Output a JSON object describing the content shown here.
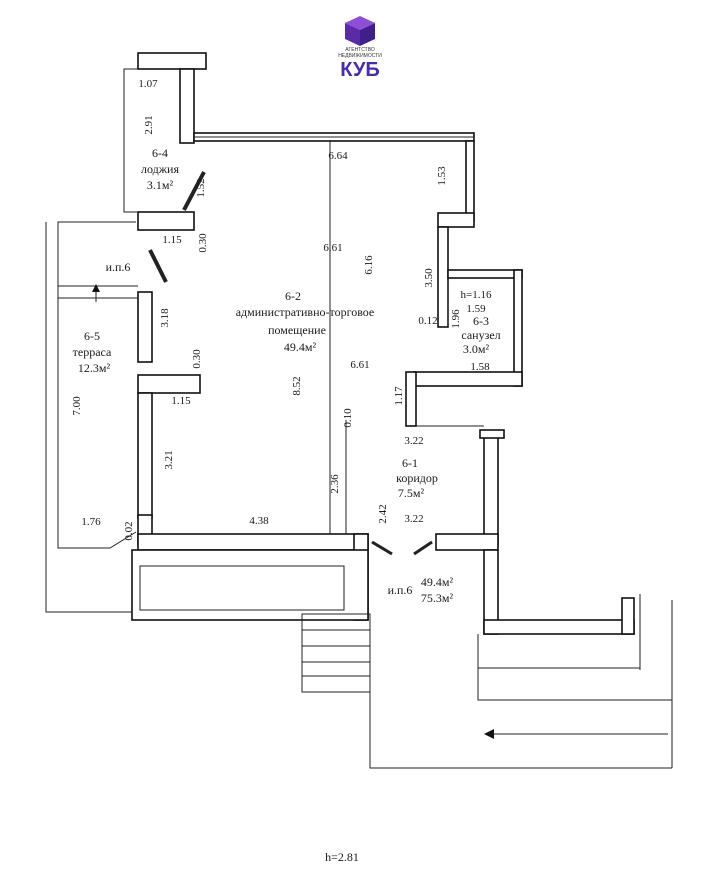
{
  "logo": {
    "tagline_line1": "АГЕНТСТВО",
    "tagline_line2": "НЕДВИЖИМОСТИ",
    "name": "КУБ",
    "cube_colors": {
      "top": "#8e4fd6",
      "left": "#5a2aa8",
      "right": "#3f1f8a"
    },
    "name_color": "#4a2bb0"
  },
  "rooms": {
    "loggia": {
      "id": "6-4",
      "name": "лоджия",
      "area": "3.1м²"
    },
    "admin": {
      "id": "6-2",
      "name_line1": "административно-торговое",
      "name_line2": "помещение",
      "area": "49.4м²"
    },
    "bathroom": {
      "id": "6-3",
      "name": "санузел",
      "area": "3.0м²"
    },
    "terrace": {
      "id": "6-5",
      "name": "терраса",
      "area": "12.3м²"
    },
    "corridor": {
      "id": "6-1",
      "name": "коридор",
      "area": "7.5м²"
    }
  },
  "entrances": {
    "top": "и.п.6",
    "bottom": "и.п.6"
  },
  "totals": {
    "area_main": "49.4м²",
    "area_total": "75.3м²"
  },
  "dimensions": {
    "d_1_07": "1.07",
    "d_2_91": "2.91",
    "d_1_52": "1.52",
    "d_6_64": "6.64",
    "d_1_53": "1.53",
    "d_1_15_top": "1.15",
    "d_0_30_top": "0.30",
    "d_6_61_top": "6.61",
    "d_6_16": "6.16",
    "d_3_50": "3.50",
    "d_h_1_16": "h=1.16",
    "d_1_59": "1.59",
    "d_0_12": "0.12",
    "d_1_96": "1.96",
    "d_3_18": "3.18",
    "d_0_30_mid": "0.30",
    "d_6_61_mid": "6.61",
    "d_1_58": "1.58",
    "d_1_17": "1.17",
    "d_7_00": "7.00",
    "d_1_15_mid": "1.15",
    "d_8_52": "8.52",
    "d_0_10": "0.10",
    "d_3_22_top": "3.22",
    "d_3_21": "3.21",
    "d_2_36": "2.36",
    "d_2_42": "2.42",
    "d_3_22_bot": "3.22",
    "d_1_76": "1.76",
    "d_0_02": "0.02",
    "d_4_38": "4.38"
  },
  "ceiling_height": "h=2.81"
}
